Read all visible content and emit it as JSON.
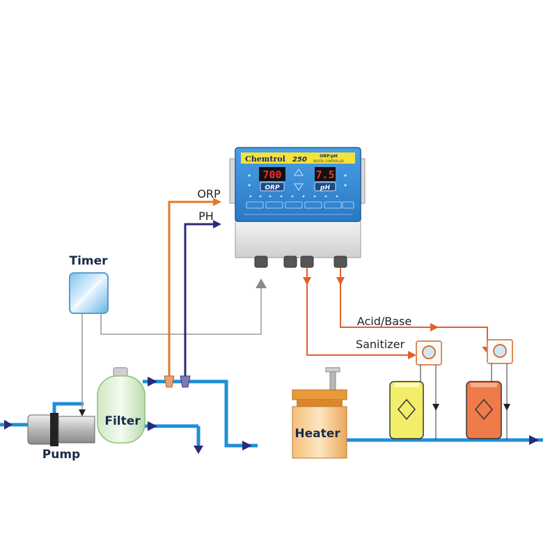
{
  "labels": {
    "timer": "Timer",
    "pump": "Pump",
    "filter": "Filter",
    "heater": "Heater",
    "orp": "ORP",
    "ph": "PH",
    "acid_base": "Acid/Base",
    "sanitizer": "Sanitizer"
  },
  "controller": {
    "brand": "Chemtrol",
    "model": "250",
    "subtitle": "ORP/pH",
    "subtitle2": "DIGITAL CONTROLLER",
    "orp_value": "700",
    "ph_value": "7.5",
    "orp_label": "ORP",
    "ph_label": "pH"
  },
  "colors": {
    "water": "#1f8fd8",
    "orp_line": "#e07a2a",
    "ph_line": "#2a2a7a",
    "chem_line": "#e0602a",
    "control_line": "#9a9a9a",
    "controller_face": "#3a8fd6",
    "sanitizer_tank": "#f2ee6a",
    "acid_tank": "#ef7a4a"
  }
}
